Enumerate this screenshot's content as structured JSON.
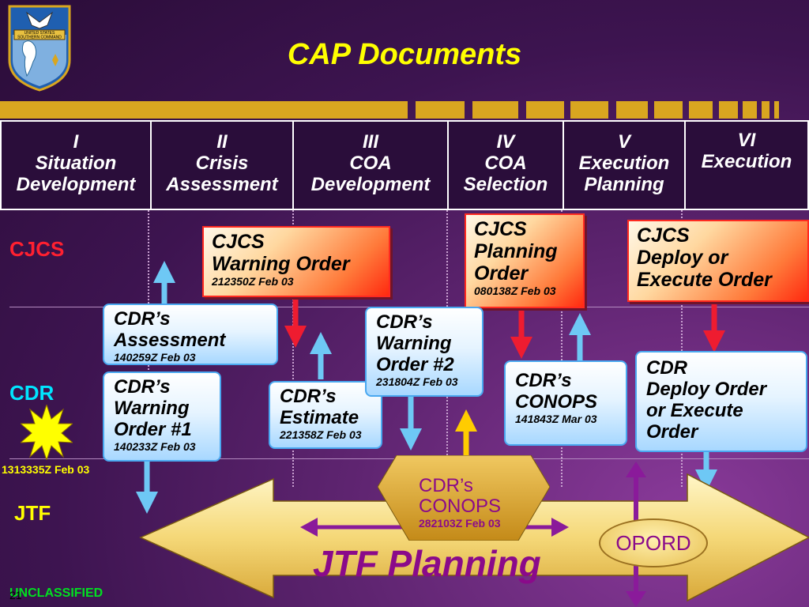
{
  "title": "CAP Documents",
  "logo": {
    "text_line1": "UNITED STATES",
    "text_line2": "SOUTHERN COMMAND"
  },
  "phases": [
    {
      "num": "I",
      "line1": "Situation",
      "line2": "Development"
    },
    {
      "num": "II",
      "line1": "Crisis",
      "line2": "Assessment"
    },
    {
      "num": "III",
      "line1": "COA",
      "line2": "Development"
    },
    {
      "num": "IV",
      "line1": "COA",
      "line2": "Selection"
    },
    {
      "num": "V",
      "line1": "Execution",
      "line2": "Planning"
    },
    {
      "num": "VI",
      "line1": "Execution",
      "line2": ""
    }
  ],
  "rows": {
    "cjcs": "CJCS",
    "cdr": "CDR",
    "jtf": "JTF"
  },
  "cdr_event_time": "1313335Z Feb 03",
  "cjcs_docs": {
    "warning_order": {
      "l1": "CJCS",
      "l2": "Warning Order",
      "dtg": "212350Z Feb 03"
    },
    "planning_order": {
      "l1": "CJCS",
      "l2": "Planning",
      "l3": "Order",
      "dtg": "080138Z Feb 03"
    },
    "deploy_order": {
      "l1": "CJCS",
      "l2": "Deploy or",
      "l3": "Execute Order"
    }
  },
  "cdr_docs": {
    "assessment": {
      "l1": "CDR’s",
      "l2": "Assessment",
      "dtg": "140259Z Feb 03"
    },
    "warning_order_1": {
      "l1": "CDR’s",
      "l2": "Warning",
      "l3": "Order #1",
      "dtg": "140233Z Feb 03"
    },
    "estimate": {
      "l1": "CDR’s",
      "l2": "Estimate",
      "dtg": "221358Z Feb 03"
    },
    "warning_order_2": {
      "l1": "CDR’s",
      "l2": "Warning",
      "l3": "Order #2",
      "dtg": "231804Z Feb 03"
    },
    "conops": {
      "l1": "CDR’s",
      "l2": "CONOPS",
      "dtg": "141843Z Mar 03"
    },
    "deploy_order": {
      "l1": "CDR",
      "l2": "Deploy Order",
      "l3": "or Execute",
      "l4": "Order"
    }
  },
  "jtf_conops": {
    "l1": "CDR’s",
    "l2": "CONOPS",
    "dtg": "282103Z Feb 03"
  },
  "jtf_planning": "JTF Planning",
  "opord": "OPORD",
  "footer": {
    "page": "21",
    "classification": "UNCLASSIFIED"
  },
  "colors": {
    "title": "#ffff00",
    "cjcs_label": "#ff2030",
    "cdr_label": "#00e5ff",
    "jtf_label": "#ffff00",
    "up_arrow": "#6ec8f5",
    "down_arrow": "#ee1c30",
    "purple_arrow": "#8a1a9a",
    "gold": "#d9a620"
  }
}
